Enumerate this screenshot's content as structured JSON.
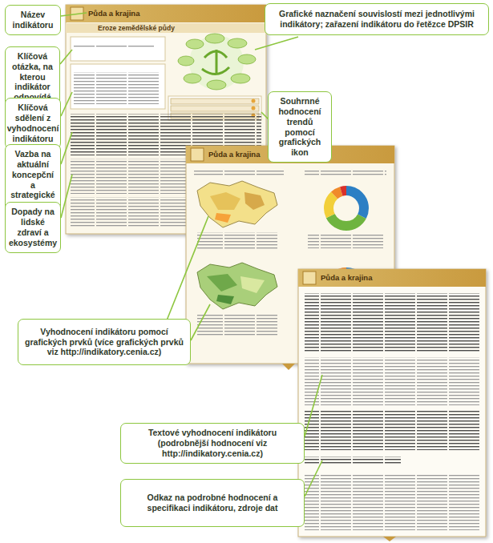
{
  "diagram": {
    "nodes": [
      {
        "text": [
          "Název indikátoru"
        ]
      },
      {
        "text": [
          "Klíčová otázka, na kterou indikátor odpovídá"
        ]
      },
      {
        "text": [
          "Klíčová sdělení z vyhodnocení indikátoru"
        ]
      },
      {
        "text": [
          "Vazba na aktuální koncepční a strategické dokumenty"
        ]
      },
      {
        "text": [
          "Dopady na lidské zdraví a ekosystémy"
        ]
      },
      {
        "text": [
          "Grafické naznačení souvislostí mezi jednotlivými indikátory; zařazení indikátoru do řetězce DPSIR"
        ]
      },
      {
        "text": [
          "Souhrnné hodnocení trendů pomocí grafických ikon"
        ]
      },
      {
        "text": [
          "Vyhodnocení indikátoru pomocí grafických prvků (více grafických prvků viz http://indikatory.cenia.cz)"
        ]
      },
      {
        "text": [
          "Textové vyhodnocení indikátoru (podrobnější hodnocení viz http://indikatory.cenia.cz)"
        ]
      },
      {
        "text": [
          "Odkaz na podrobné hodnocení a specifikaci indikátoru, zdroje dat"
        ]
      }
    ],
    "labels": [
      "Půda a krajina",
      "Eroze zemědělské půdy",
      "Půda a krajina",
      "Půda a krajina"
    ]
  }
}
